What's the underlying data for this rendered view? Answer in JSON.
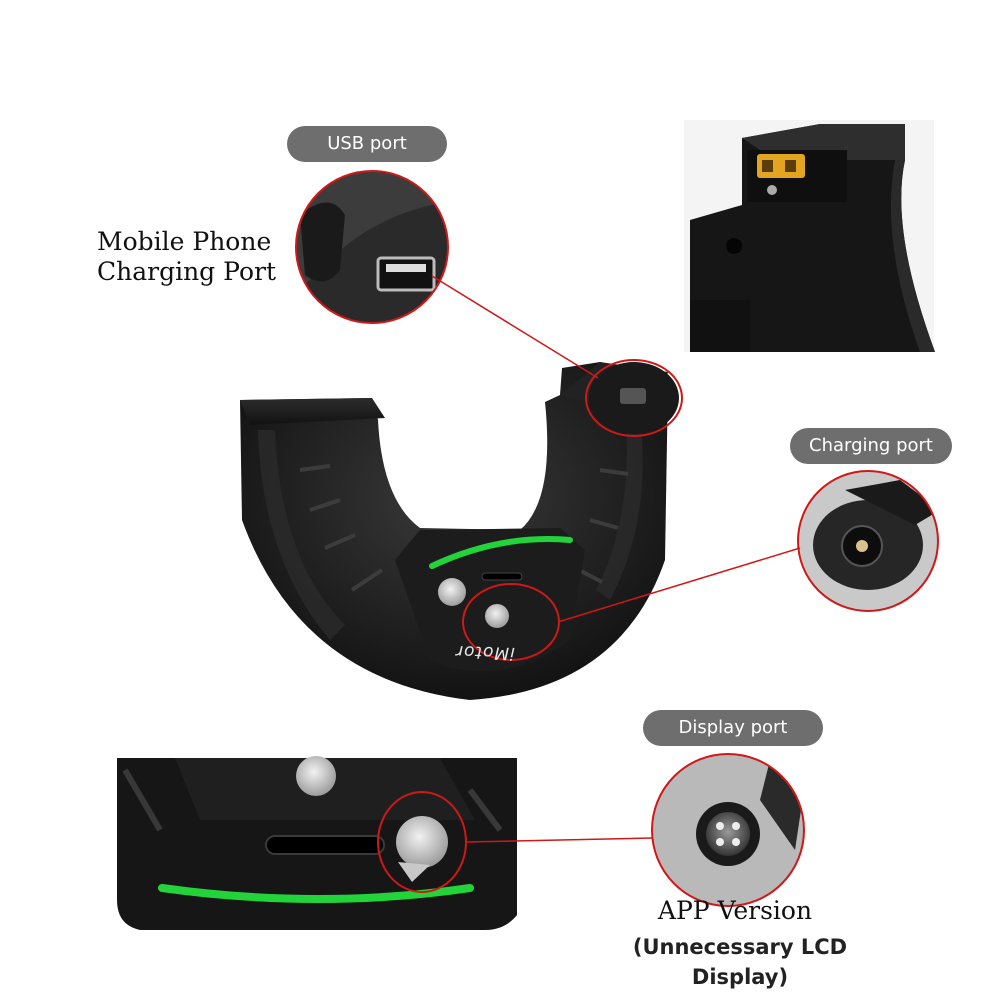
{
  "labels": {
    "usb_port": "USB port",
    "mobile_phone": "Mobile Phone",
    "charging_port_line": "Charging Port",
    "charging_port": "Charging port",
    "display_port": "Display port",
    "app_version": "APP Version",
    "lcd_note": "(Unnecessary LCD Display)"
  },
  "product": {
    "brand": "iMotor"
  },
  "colors": {
    "pill_background": "#6e6e6e",
    "callout_line": "#d01818",
    "led_green": "#22d43a",
    "body_black": "#141414"
  },
  "icons": {
    "usb_symbol": "usb-icon",
    "charging_connector": "dc-plug-icon",
    "display_connector": "aviation-plug-icon"
  }
}
